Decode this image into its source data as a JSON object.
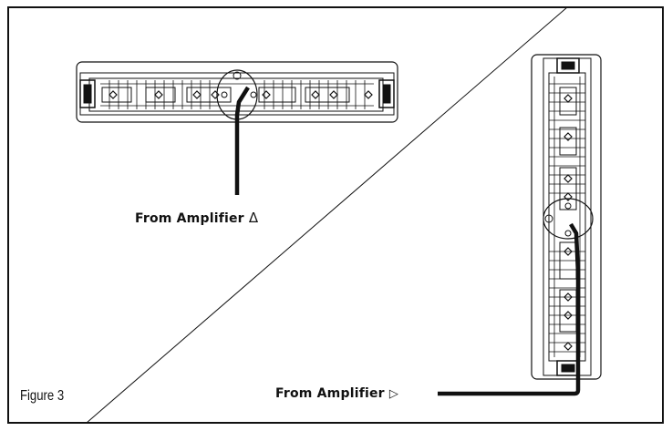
{
  "figure": {
    "caption": "Figure 3",
    "label_horizontal": "From Amplifier",
    "symbol_horizontal": "Δ",
    "label_vertical": "From Amplifier",
    "symbol_vertical": "▷"
  },
  "colors": {
    "line": "#111111",
    "background": "#ffffff"
  }
}
